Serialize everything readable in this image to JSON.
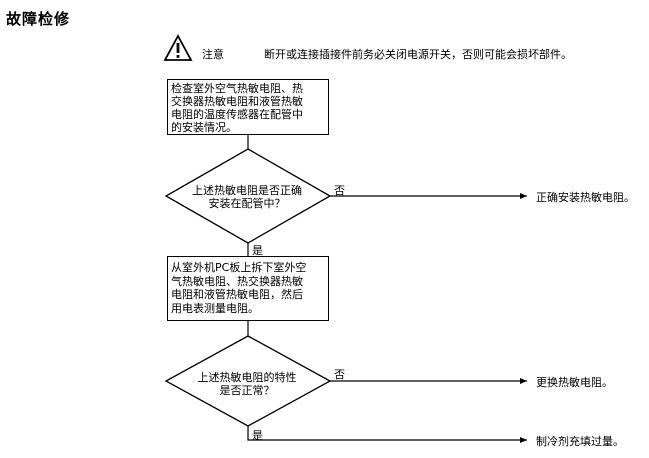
{
  "title": "故障检修",
  "caution": {
    "icon": "warning-triangle-icon",
    "label": "注意",
    "text": "断开或连接插接件前务必关闭电源开关，否则可能会损坏部件。"
  },
  "step1": "检查室外空气热敏电阻、热交换器热敏电阻和液管热敏电阻的温度传感器在配管中的安装情况。",
  "step1_lines": [
    "检查室外空气热敏电阻、热",
    "交换器热敏电阻和液管热敏",
    "电阻的温度传感器在配管中",
    "的安装情况。"
  ],
  "decision1": {
    "lines": [
      "上述热敏电阻是否正确",
      "安装在配管中？"
    ],
    "no_label": "否",
    "no_result": "正确安装热敏电阻。",
    "yes_label": "是"
  },
  "step2_lines": [
    "从室外机PC板上拆下室外空",
    "气热敏电阻、热交换器热敏",
    "电阻和液管热敏电阻，然后",
    "用电表测量电阻。"
  ],
  "decision2": {
    "lines": [
      "上述热敏电阻的特性",
      "是否正常？"
    ],
    "no_label": "否",
    "no_result": "更换热敏电阻。",
    "yes_label": "是",
    "yes_result": "制冷剂充填过量。"
  }
}
